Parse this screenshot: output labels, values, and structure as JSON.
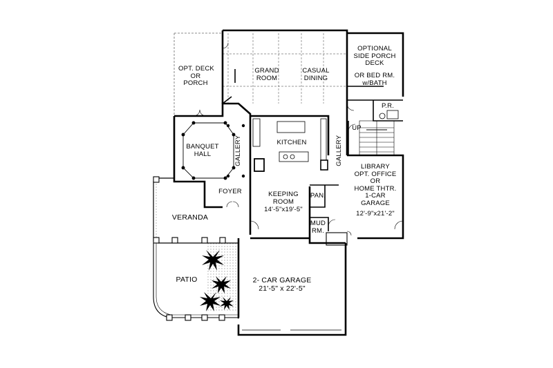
{
  "plan": {
    "rooms": {
      "opt_deck": "OPT. DECK\nOR\nPORCH",
      "grand_room": "GRAND\nROOM",
      "casual_dining": "CASUAL\nDINING",
      "side_porch": "OPTIONAL\nSIDE PORCH\nDECK",
      "or_bed": "OR BED RM.\nw/BATH",
      "pr": "P.R.",
      "up": "UP",
      "banquet_hall": "BANQUET\nHALL",
      "gallery_left": "GALLERY",
      "kitchen": "KITCHEN",
      "gallery_right": "GALLERY",
      "library": "LIBRARY\nOPT. OFFICE\nOR\nHOME THTR.\n1-CAR\nGARAGE",
      "library_dim": "12'-9\"x21'-2\"",
      "foyer": "FOYER",
      "keeping_room": "KEEPING\nROOM",
      "keeping_dim": "14'-5\"x19'-5\"",
      "pan": "PAN.",
      "mud_rm": "MUD\nRM.",
      "veranda": "VERANDA",
      "patio": "PATIO",
      "garage": "2- CAR GARAGE",
      "garage_dim": "21'-5\" x 22'-5\""
    }
  }
}
